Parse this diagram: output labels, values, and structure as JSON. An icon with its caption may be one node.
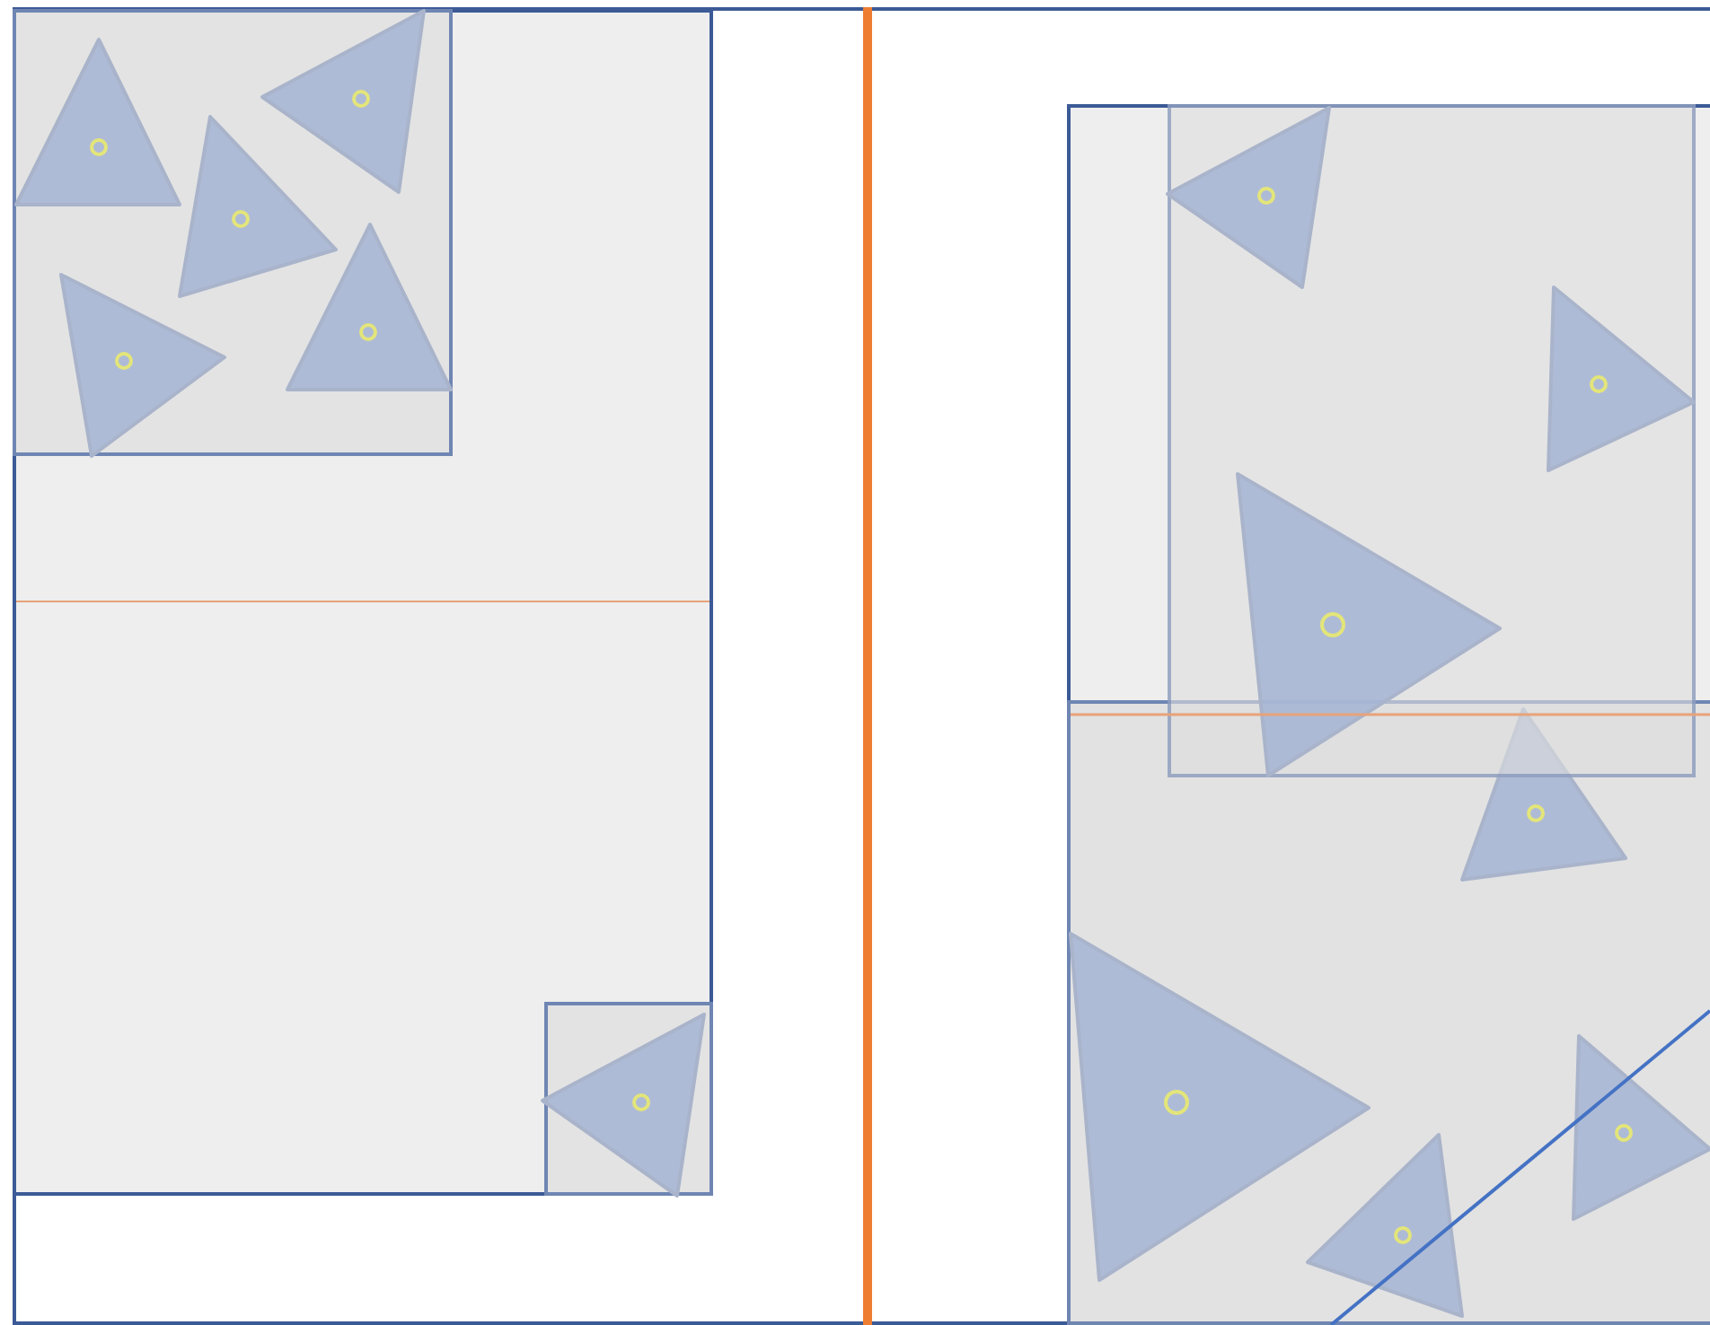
{
  "diagram": {
    "nodes": [
      {
        "text": [],
        "shape": "box"
      },
      {
        "text": [],
        "shape": "box",
        "in": 0
      },
      {
        "text": [],
        "shape": "box",
        "in": 1
      },
      {
        "text": [],
        "shape": "triangle",
        "in": 2
      },
      {
        "text": [],
        "shape": "triangle",
        "in": 2
      },
      {
        "text": [],
        "shape": "triangle",
        "in": 2
      },
      {
        "text": [],
        "shape": "triangle",
        "in": 2
      },
      {
        "text": [],
        "shape": "triangle",
        "in": 2
      },
      {
        "text": [],
        "shape": "box",
        "in": 1
      },
      {
        "text": [],
        "shape": "triangle",
        "in": 8
      },
      {
        "text": [],
        "shape": "box",
        "in": 0
      },
      {
        "text": [],
        "shape": "box",
        "in": 10
      },
      {
        "text": [],
        "shape": "triangle",
        "in": 11
      },
      {
        "text": [],
        "shape": "triangle",
        "in": 11
      },
      {
        "text": [],
        "shape": "triangle",
        "in": 11
      },
      {
        "text": [],
        "shape": "box",
        "in": 10
      },
      {
        "text": [],
        "shape": "triangle",
        "in": 15
      },
      {
        "text": [],
        "shape": "triangle",
        "in": 15
      },
      {
        "text": [],
        "shape": "triangle",
        "in": 15
      },
      {
        "text": [],
        "shape": "triangle",
        "in": 15
      }
    ]
  }
}
